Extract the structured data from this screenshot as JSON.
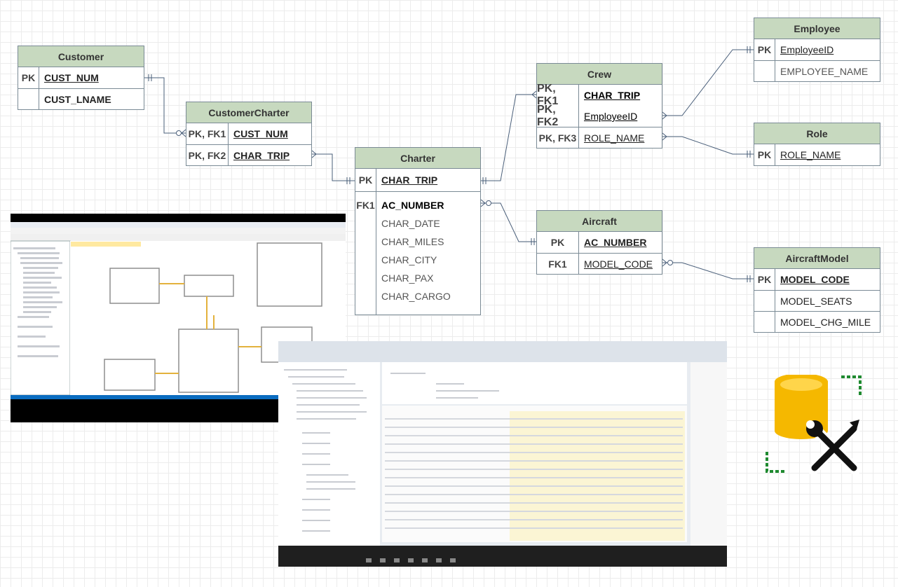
{
  "entities": {
    "customer": {
      "title": "Customer",
      "rows": [
        {
          "key": "PK",
          "name": "CUST_NUM"
        },
        {
          "key": "",
          "name": "CUST_LNAME"
        }
      ]
    },
    "customer_charter": {
      "title": "CustomerCharter",
      "rows": [
        {
          "key": "PK, FK1",
          "name": "CUST_NUM"
        },
        {
          "key": "PK, FK2",
          "name": "CHAR_TRIP"
        }
      ]
    },
    "charter": {
      "title": "Charter",
      "rows": [
        {
          "key": "PK",
          "name": "CHAR_TRIP"
        },
        {
          "key": "FK1",
          "name": "AC_NUMBER"
        },
        {
          "key": "",
          "name": "CHAR_DATE"
        },
        {
          "key": "",
          "name": "CHAR_MILES"
        },
        {
          "key": "",
          "name": "CHAR_CITY"
        },
        {
          "key": "",
          "name": "CHAR_PAX"
        },
        {
          "key": "",
          "name": "CHAR_CARGO"
        }
      ]
    },
    "crew": {
      "title": "Crew",
      "rows": [
        {
          "key": "PK, FK1",
          "name": "CHAR_TRIP"
        },
        {
          "key": "PK, FK2",
          "name": "EmployeeID"
        },
        {
          "key": "PK, FK3",
          "name": "ROLE_NAME"
        }
      ]
    },
    "employee": {
      "title": "Employee",
      "rows": [
        {
          "key": "PK",
          "name": "EmployeeID"
        },
        {
          "key": "",
          "name": "EMPLOYEE_NAME"
        }
      ]
    },
    "role": {
      "title": "Role",
      "rows": [
        {
          "key": "PK",
          "name": "ROLE_NAME"
        }
      ]
    },
    "aircraft": {
      "title": "Aircraft",
      "rows": [
        {
          "key": "PK",
          "name": "AC_NUMBER"
        },
        {
          "key": "FK1",
          "name": "MODEL_CODE"
        }
      ]
    },
    "aircraft_model": {
      "title": "AircraftModel",
      "rows": [
        {
          "key": "PK",
          "name": "MODEL_CODE"
        },
        {
          "key": "",
          "name": "MODEL_SEATS"
        },
        {
          "key": "",
          "name": "MODEL_CHG_MILE"
        }
      ]
    }
  },
  "icons": {
    "database_tool": "database-settings-icon",
    "ssms_diagram": "ssms-database-diagram-screenshot",
    "ssms_query": "ssms-query-results-screenshot"
  },
  "colors": {
    "entity_header": "#c7d9bf",
    "entity_border": "#7a8a95",
    "connector": "#4a5f7a",
    "db_yellow": "#f5b800",
    "tool_black": "#111111",
    "accent_green": "#1f8a30"
  }
}
